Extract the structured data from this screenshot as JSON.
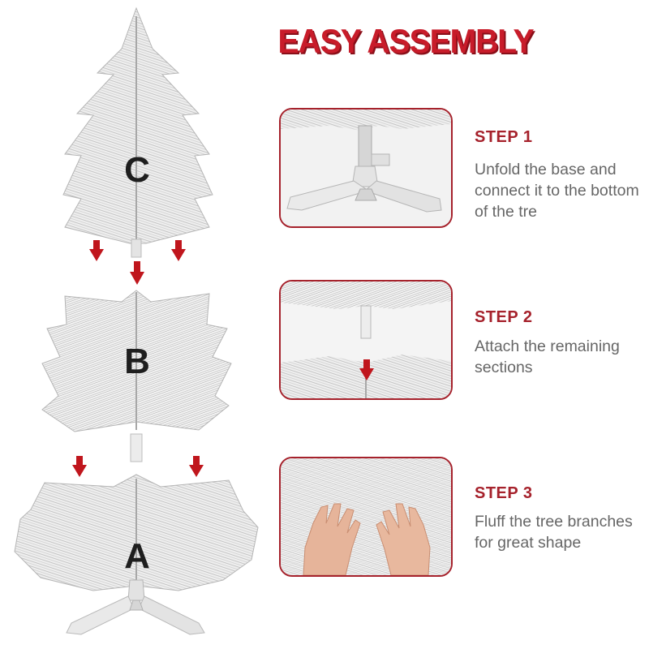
{
  "headline": "EASY ASSEMBLY",
  "colors": {
    "accent": "#c81c2a",
    "frame": "#a6222c",
    "arrow": "#c0161d",
    "text": "#666666",
    "letter": "#1e1e1e"
  },
  "sections": [
    {
      "letter": "C"
    },
    {
      "letter": "B"
    },
    {
      "letter": "A"
    }
  ],
  "steps": [
    {
      "title": "STEP 1",
      "description": "Unfold the base and connect it to the bottom of the tre"
    },
    {
      "title": "STEP 2",
      "description": "Attach the remaining sections"
    },
    {
      "title": "STEP 3",
      "description": "Fluff the tree branches for great shape"
    }
  ]
}
